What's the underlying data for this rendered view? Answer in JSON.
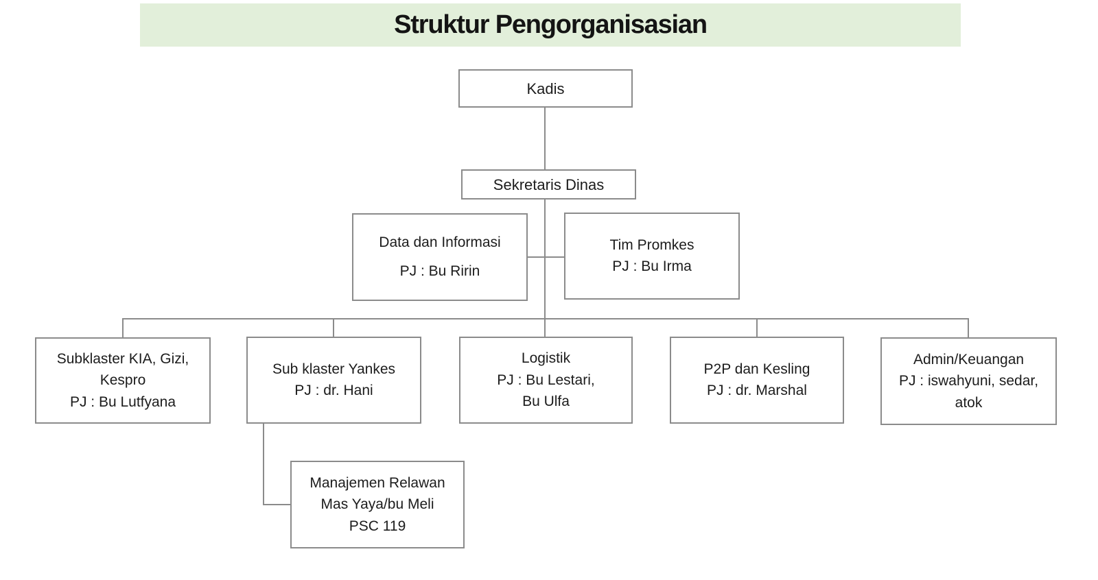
{
  "title": {
    "text": "Struktur Pengorganisasian"
  },
  "colors": {
    "banner_bg": "#e2efda",
    "box_bg": "#ffffff",
    "box_border": "#8b8b8b",
    "connector": "#8b8b8b",
    "text": "#1c1c1c",
    "page_bg": "#ffffff"
  },
  "nodes": [
    {
      "id": "kadis",
      "lines": [
        "Kadis"
      ]
    },
    {
      "id": "sekretaris-dinas",
      "lines": [
        "Sekretaris Dinas"
      ]
    },
    {
      "id": "data-informasi",
      "lines": [
        "Data dan Informasi",
        "PJ : Bu Ririn"
      ]
    },
    {
      "id": "tim-promkes",
      "lines": [
        "Tim Promkes",
        "PJ : Bu Irma"
      ]
    },
    {
      "id": "subklaster-kia",
      "lines": [
        "Subklaster KIA, Gizi,",
        "Kespro",
        "PJ : Bu Lutfyana"
      ]
    },
    {
      "id": "subklaster-yankes",
      "lines": [
        "Sub klaster Yankes",
        "PJ : dr. Hani"
      ]
    },
    {
      "id": "logistik",
      "lines": [
        "Logistik",
        "PJ : Bu Lestari,",
        "Bu Ulfa"
      ]
    },
    {
      "id": "p2p-kesling",
      "lines": [
        "P2P dan Kesling",
        "PJ : dr. Marshal"
      ]
    },
    {
      "id": "admin-keuangan",
      "lines": [
        "Admin/Keuangan",
        "PJ : iswahyuni, sedar,",
        "atok"
      ]
    },
    {
      "id": "manajemen-relawan",
      "lines": [
        "Manajemen Relawan",
        "Mas Yaya/bu Meli",
        "PSC 119"
      ]
    }
  ]
}
